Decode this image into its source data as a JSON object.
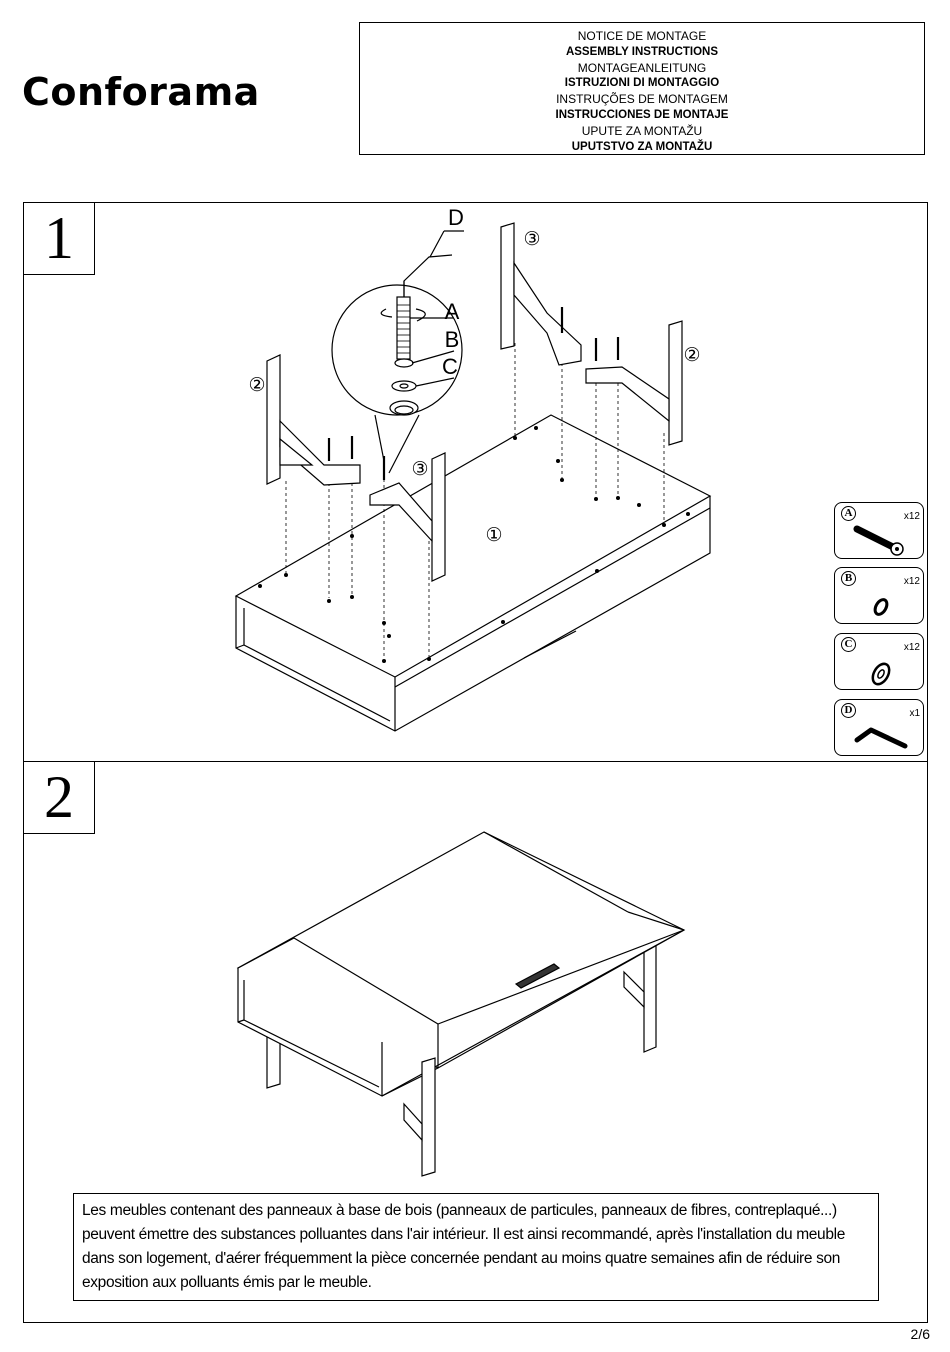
{
  "brand": "Conforama",
  "title_lines": [
    {
      "text": "NOTICE  DE  MONTAGE",
      "bold": false
    },
    {
      "text": "ASSEMBLY INSTRUCTIONS",
      "bold": true
    },
    {
      "text": "MONTAGEANLEITUNG",
      "bold": false
    },
    {
      "text": "ISTRUZIONI DI MONTAGGIO",
      "bold": true
    },
    {
      "text": "INSTRUÇÕES  DE  MONTAGEM",
      "bold": false
    },
    {
      "text": "INSTRUCCIONES DE MONTAJE",
      "bold": true
    },
    {
      "text": "UPUTE  ZA  MONTAŽU",
      "bold": false
    },
    {
      "text": "UPUTSTVO ZA MONTAŽU",
      "bold": true
    }
  ],
  "steps": [
    {
      "number": "1"
    },
    {
      "number": "2"
    }
  ],
  "callouts": {
    "A": "A",
    "B": "B",
    "C": "C",
    "D": "D",
    "part1": "①",
    "part2": "②",
    "part3": "③"
  },
  "hardware": [
    {
      "letter": "A",
      "qty": "x12",
      "icon": "bolt-icon"
    },
    {
      "letter": "B",
      "qty": "x12",
      "icon": "lock-washer-icon"
    },
    {
      "letter": "C",
      "qty": "x12",
      "icon": "flat-washer-icon"
    },
    {
      "letter": "D",
      "qty": "x1",
      "icon": "allen-key-icon"
    }
  ],
  "notice": "Les meubles contenant des panneaux à base de bois (panneaux de particules, panneaux de fibres, contreplaqué...) peuvent émettre des substances polluantes dans l'air intérieur. Il est ainsi recommandé, après l'installation du meuble dans son logement, d'aérer fréquemment la pièce concernée pendant au moins quatre semaines afin de réduire son exposition aux polluants émis par le meuble.",
  "page": "2/6"
}
